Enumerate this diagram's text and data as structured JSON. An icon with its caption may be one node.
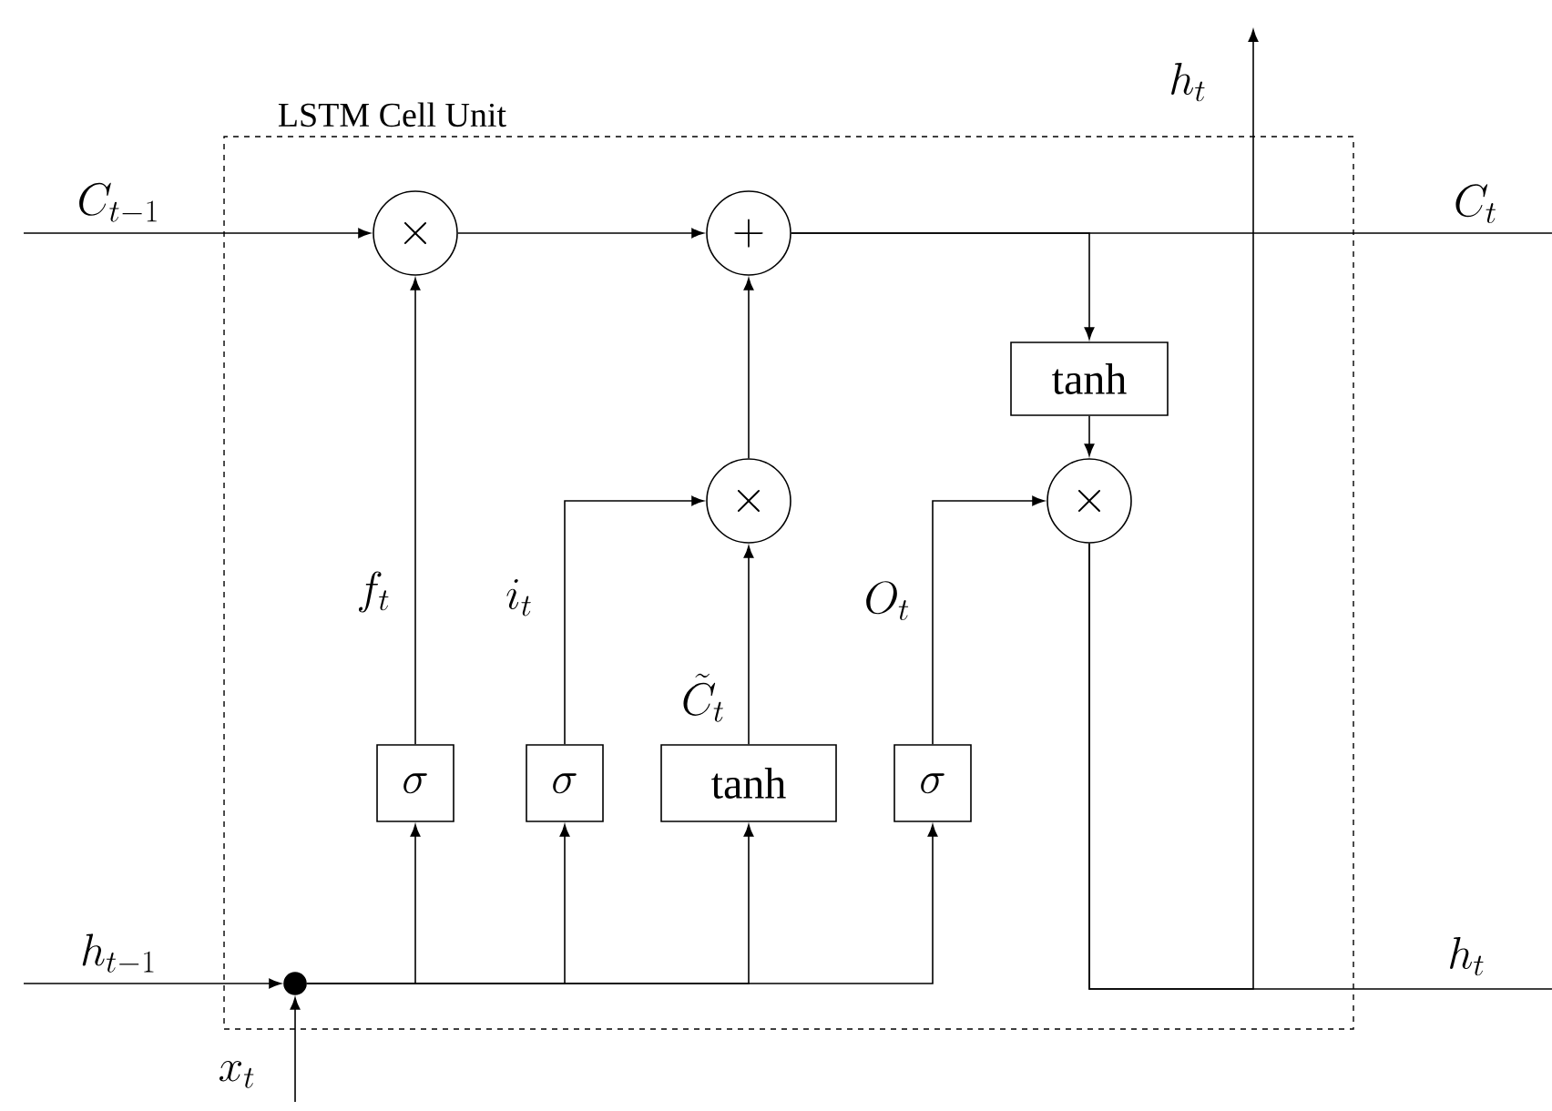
{
  "diagram": {
    "nodes": [
      {
        "text": [
          "LSTM Cell Unit"
        ]
      },
      {
        "text": [
          "\\times"
        ],
        "in": 0
      },
      {
        "text": [
          "+"
        ],
        "in": 0
      },
      {
        "text": [
          "\\tanh"
        ],
        "in": 0
      },
      {
        "text": [
          "\\times"
        ],
        "in": 0
      },
      {
        "text": [
          "\\times"
        ],
        "in": 0
      },
      {
        "text": [
          "\\sigma"
        ],
        "in": 0
      },
      {
        "text": [
          "\\sigma"
        ],
        "in": 0
      },
      {
        "text": [
          "\\tanh"
        ],
        "in": 0
      },
      {
        "text": [
          "\\sigma"
        ],
        "in": 0
      },
      {
        "text": [],
        "shape": "circle",
        "in": 0
      }
    ],
    "edges": [
      {
        "from": null,
        "to": 1,
        "arrow": "to",
        "label": "C_{t-1}"
      },
      {
        "from": 1,
        "to": 2,
        "arrow": "to"
      },
      {
        "from": 2,
        "to": null,
        "arrow": "none",
        "label": "C_t"
      },
      {
        "from": 2,
        "to": 3,
        "arrow": "to"
      },
      {
        "from": 3,
        "to": 5,
        "arrow": "to"
      },
      {
        "from": 6,
        "to": 1,
        "arrow": "to",
        "label": "f_t"
      },
      {
        "from": 7,
        "to": 4,
        "arrow": "to",
        "label": "i_t"
      },
      {
        "from": 8,
        "to": 4,
        "arrow": "to",
        "label": "\\tilde{C}_t"
      },
      {
        "from": 4,
        "to": 2,
        "arrow": "to"
      },
      {
        "from": 9,
        "to": 5,
        "arrow": "to",
        "label": "O_t"
      },
      {
        "from": null,
        "to": 10,
        "arrow": "to",
        "label": "h_{t-1}"
      },
      {
        "from": null,
        "to": 10,
        "arrow": "to",
        "label": "x_t"
      },
      {
        "from": 10,
        "to": 6,
        "arrow": "to"
      },
      {
        "from": 10,
        "to": 7,
        "arrow": "to"
      },
      {
        "from": 10,
        "to": 8,
        "arrow": "to"
      },
      {
        "from": 10,
        "to": 9,
        "arrow": "to"
      },
      {
        "from": 5,
        "to": null,
        "arrow": "to",
        "label": "h_t"
      },
      {
        "from": 5,
        "to": null,
        "arrow": "none",
        "label": "h_t"
      }
    ]
  }
}
